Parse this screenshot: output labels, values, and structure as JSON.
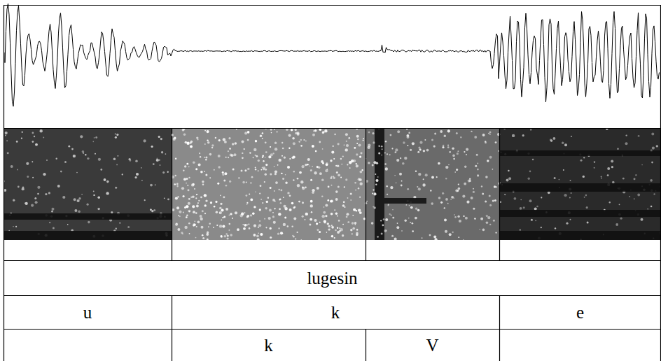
{
  "diagram": {
    "labels": [
      "lugesin",
      "u",
      "k",
      "e",
      "k",
      "V"
    ]
  }
}
